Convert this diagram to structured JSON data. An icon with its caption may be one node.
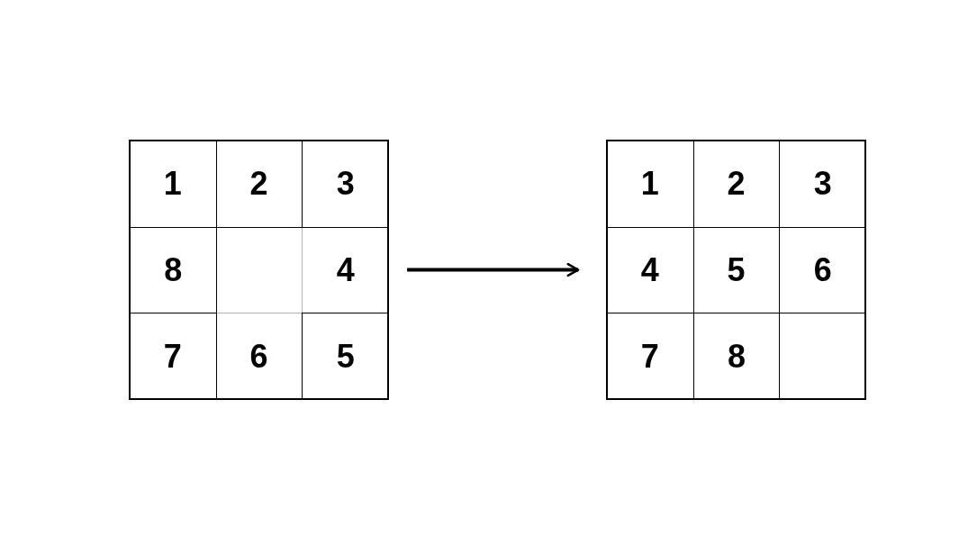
{
  "diagram": {
    "nodes": [
      {
        "text": [],
        "shape": "box"
      },
      {
        "text": [
          "1"
        ],
        "in": 0
      },
      {
        "text": [
          "2"
        ],
        "in": 0
      },
      {
        "text": [
          "3"
        ],
        "in": 0
      },
      {
        "text": [
          "8"
        ],
        "in": 0
      },
      {
        "text": [],
        "shape": "box",
        "in": 0
      },
      {
        "text": [
          "4"
        ],
        "in": 0
      },
      {
        "text": [
          "7"
        ],
        "in": 0
      },
      {
        "text": [
          "6"
        ],
        "in": 0
      },
      {
        "text": [
          "5"
        ],
        "in": 0
      },
      {
        "text": [],
        "shape": "box"
      },
      {
        "text": [
          "1"
        ],
        "in": 10
      },
      {
        "text": [
          "2"
        ],
        "in": 10
      },
      {
        "text": [
          "3"
        ],
        "in": 10
      },
      {
        "text": [
          "4"
        ],
        "in": 10
      },
      {
        "text": [
          "5"
        ],
        "in": 10
      },
      {
        "text": [
          "6"
        ],
        "in": 10
      },
      {
        "text": [
          "7"
        ],
        "in": 10
      },
      {
        "text": [
          "8"
        ],
        "in": 10
      },
      {
        "text": [],
        "shape": "box",
        "in": 10
      }
    ],
    "edges": [
      {
        "from": 0,
        "to": 10,
        "arrow": "to"
      }
    ]
  }
}
